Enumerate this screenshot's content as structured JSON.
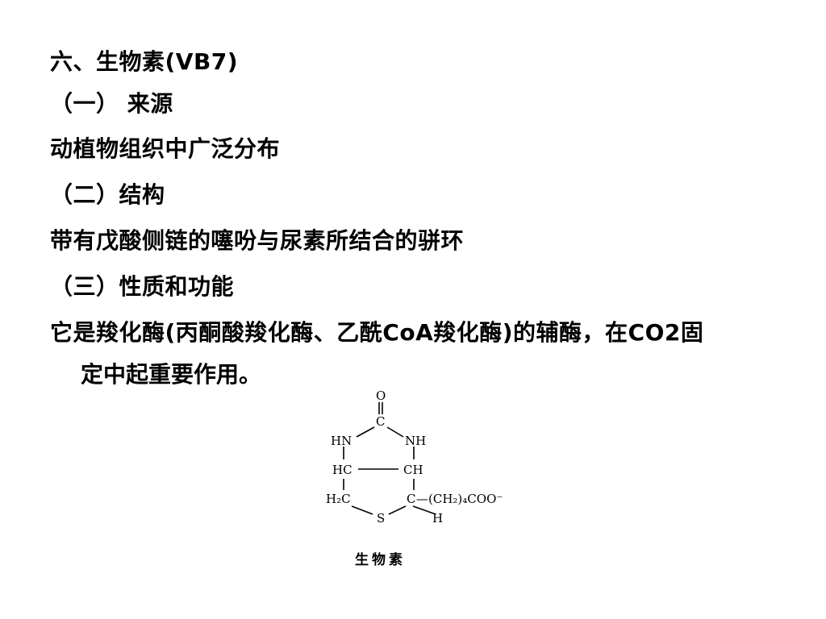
{
  "slide": {
    "heading": "六、生物素(VB7)",
    "section1": {
      "title": "（一） 来源",
      "text": "动植物组织中广泛分布"
    },
    "section2": {
      "title": "（二）结构",
      "text": "带有戊酸侧链的噻吩与尿素所结合的骈环"
    },
    "section3": {
      "title": "（三）性质和功能",
      "text_line1": "它是羧化酶(丙酮酸羧化酶、乙酰CoA羧化酶)的辅酶，在CO2固",
      "text_line2": "定中起重要作用。"
    }
  },
  "figure": {
    "labels": {
      "o": "O",
      "c_top": "C",
      "hn": "HN",
      "nh": "NH",
      "hc_left": "HC",
      "ch_right": "CH",
      "h2c": "H₂C",
      "c_right": "C",
      "side_chain": "—(CH₂)₄COO⁻",
      "s": "S",
      "h_bottom": "H"
    },
    "caption": "生物素"
  }
}
